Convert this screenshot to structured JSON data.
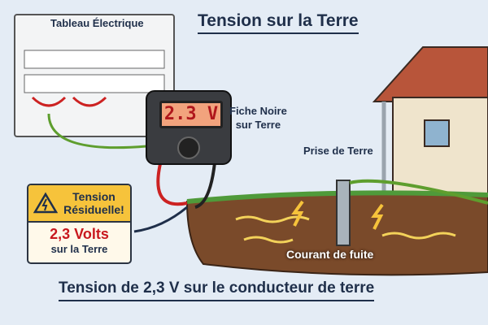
{
  "title": "Tension sur la Terre",
  "panel": {
    "label": "Tableau Électrique"
  },
  "multimeter": {
    "reading": "2.3 V"
  },
  "probe_note": {
    "line1": "Fiche Noire",
    "line2": "sur Terre"
  },
  "ground_rod": {
    "label": "Prise de Terre"
  },
  "warning": {
    "line1": "Tension",
    "line2": "Résiduelle!",
    "value": "2,3 Volts",
    "subtitle": "sur la Terre"
  },
  "leak": {
    "label": "Courant de fuite"
  },
  "caption": "Tension de 2,3 V sur le conducteur de terre",
  "colors": {
    "background": "#e4ecf5",
    "warning_yellow": "#f6c33b",
    "value_red": "#c8181e",
    "soil": "#7a4a2a"
  }
}
